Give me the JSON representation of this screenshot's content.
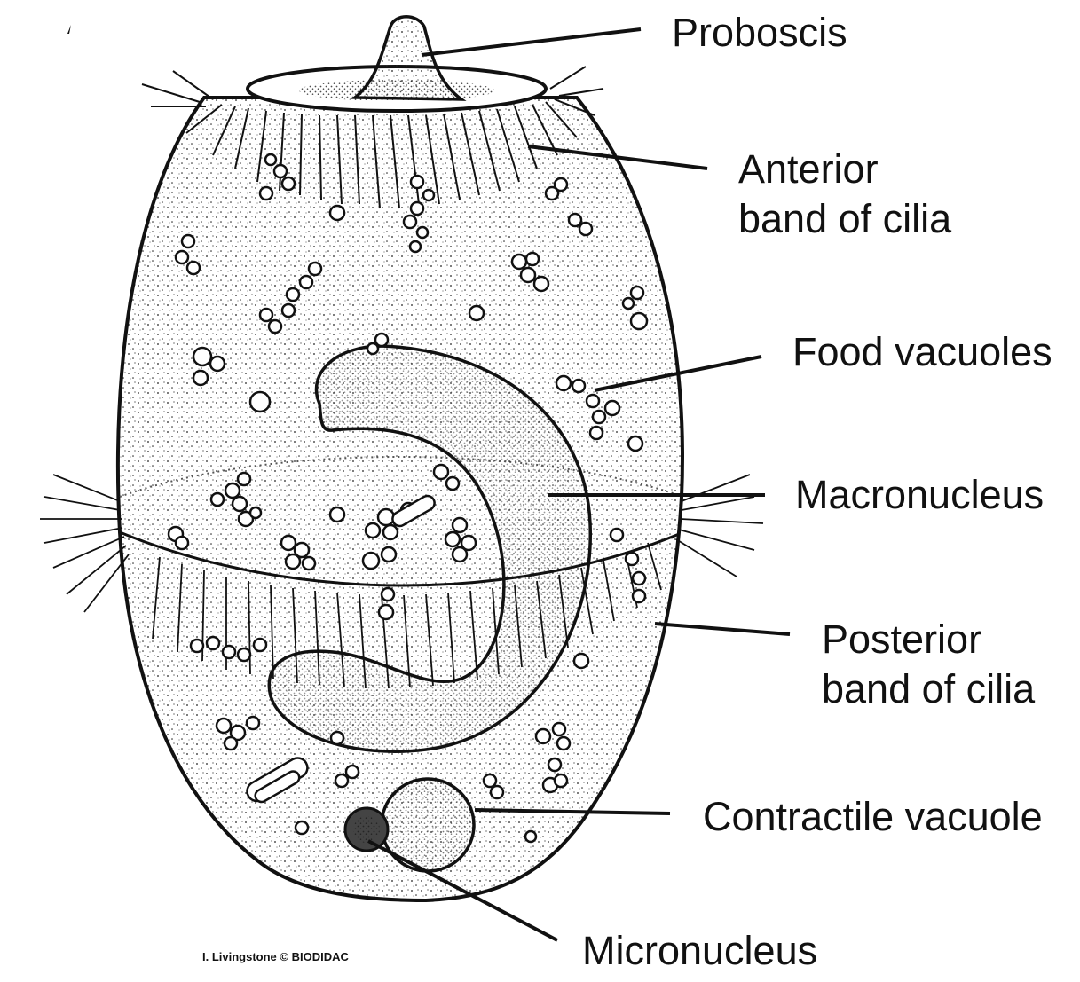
{
  "labels": {
    "proboscis": "Proboscis",
    "anterior_line1": "Anterior",
    "anterior_line2": "band of cilia",
    "food_vacuoles": "Food vacuoles",
    "macronucleus": "Macronucleus",
    "posterior_line1": "Posterior",
    "posterior_line2": "band of cilia",
    "contractile_vacuole": "Contractile vacuole",
    "micronucleus": "Micronucleus"
  },
  "credit": "I. Livingstone © BIODIDAC",
  "colors": {
    "ink": "#111111",
    "background": "#ffffff"
  }
}
